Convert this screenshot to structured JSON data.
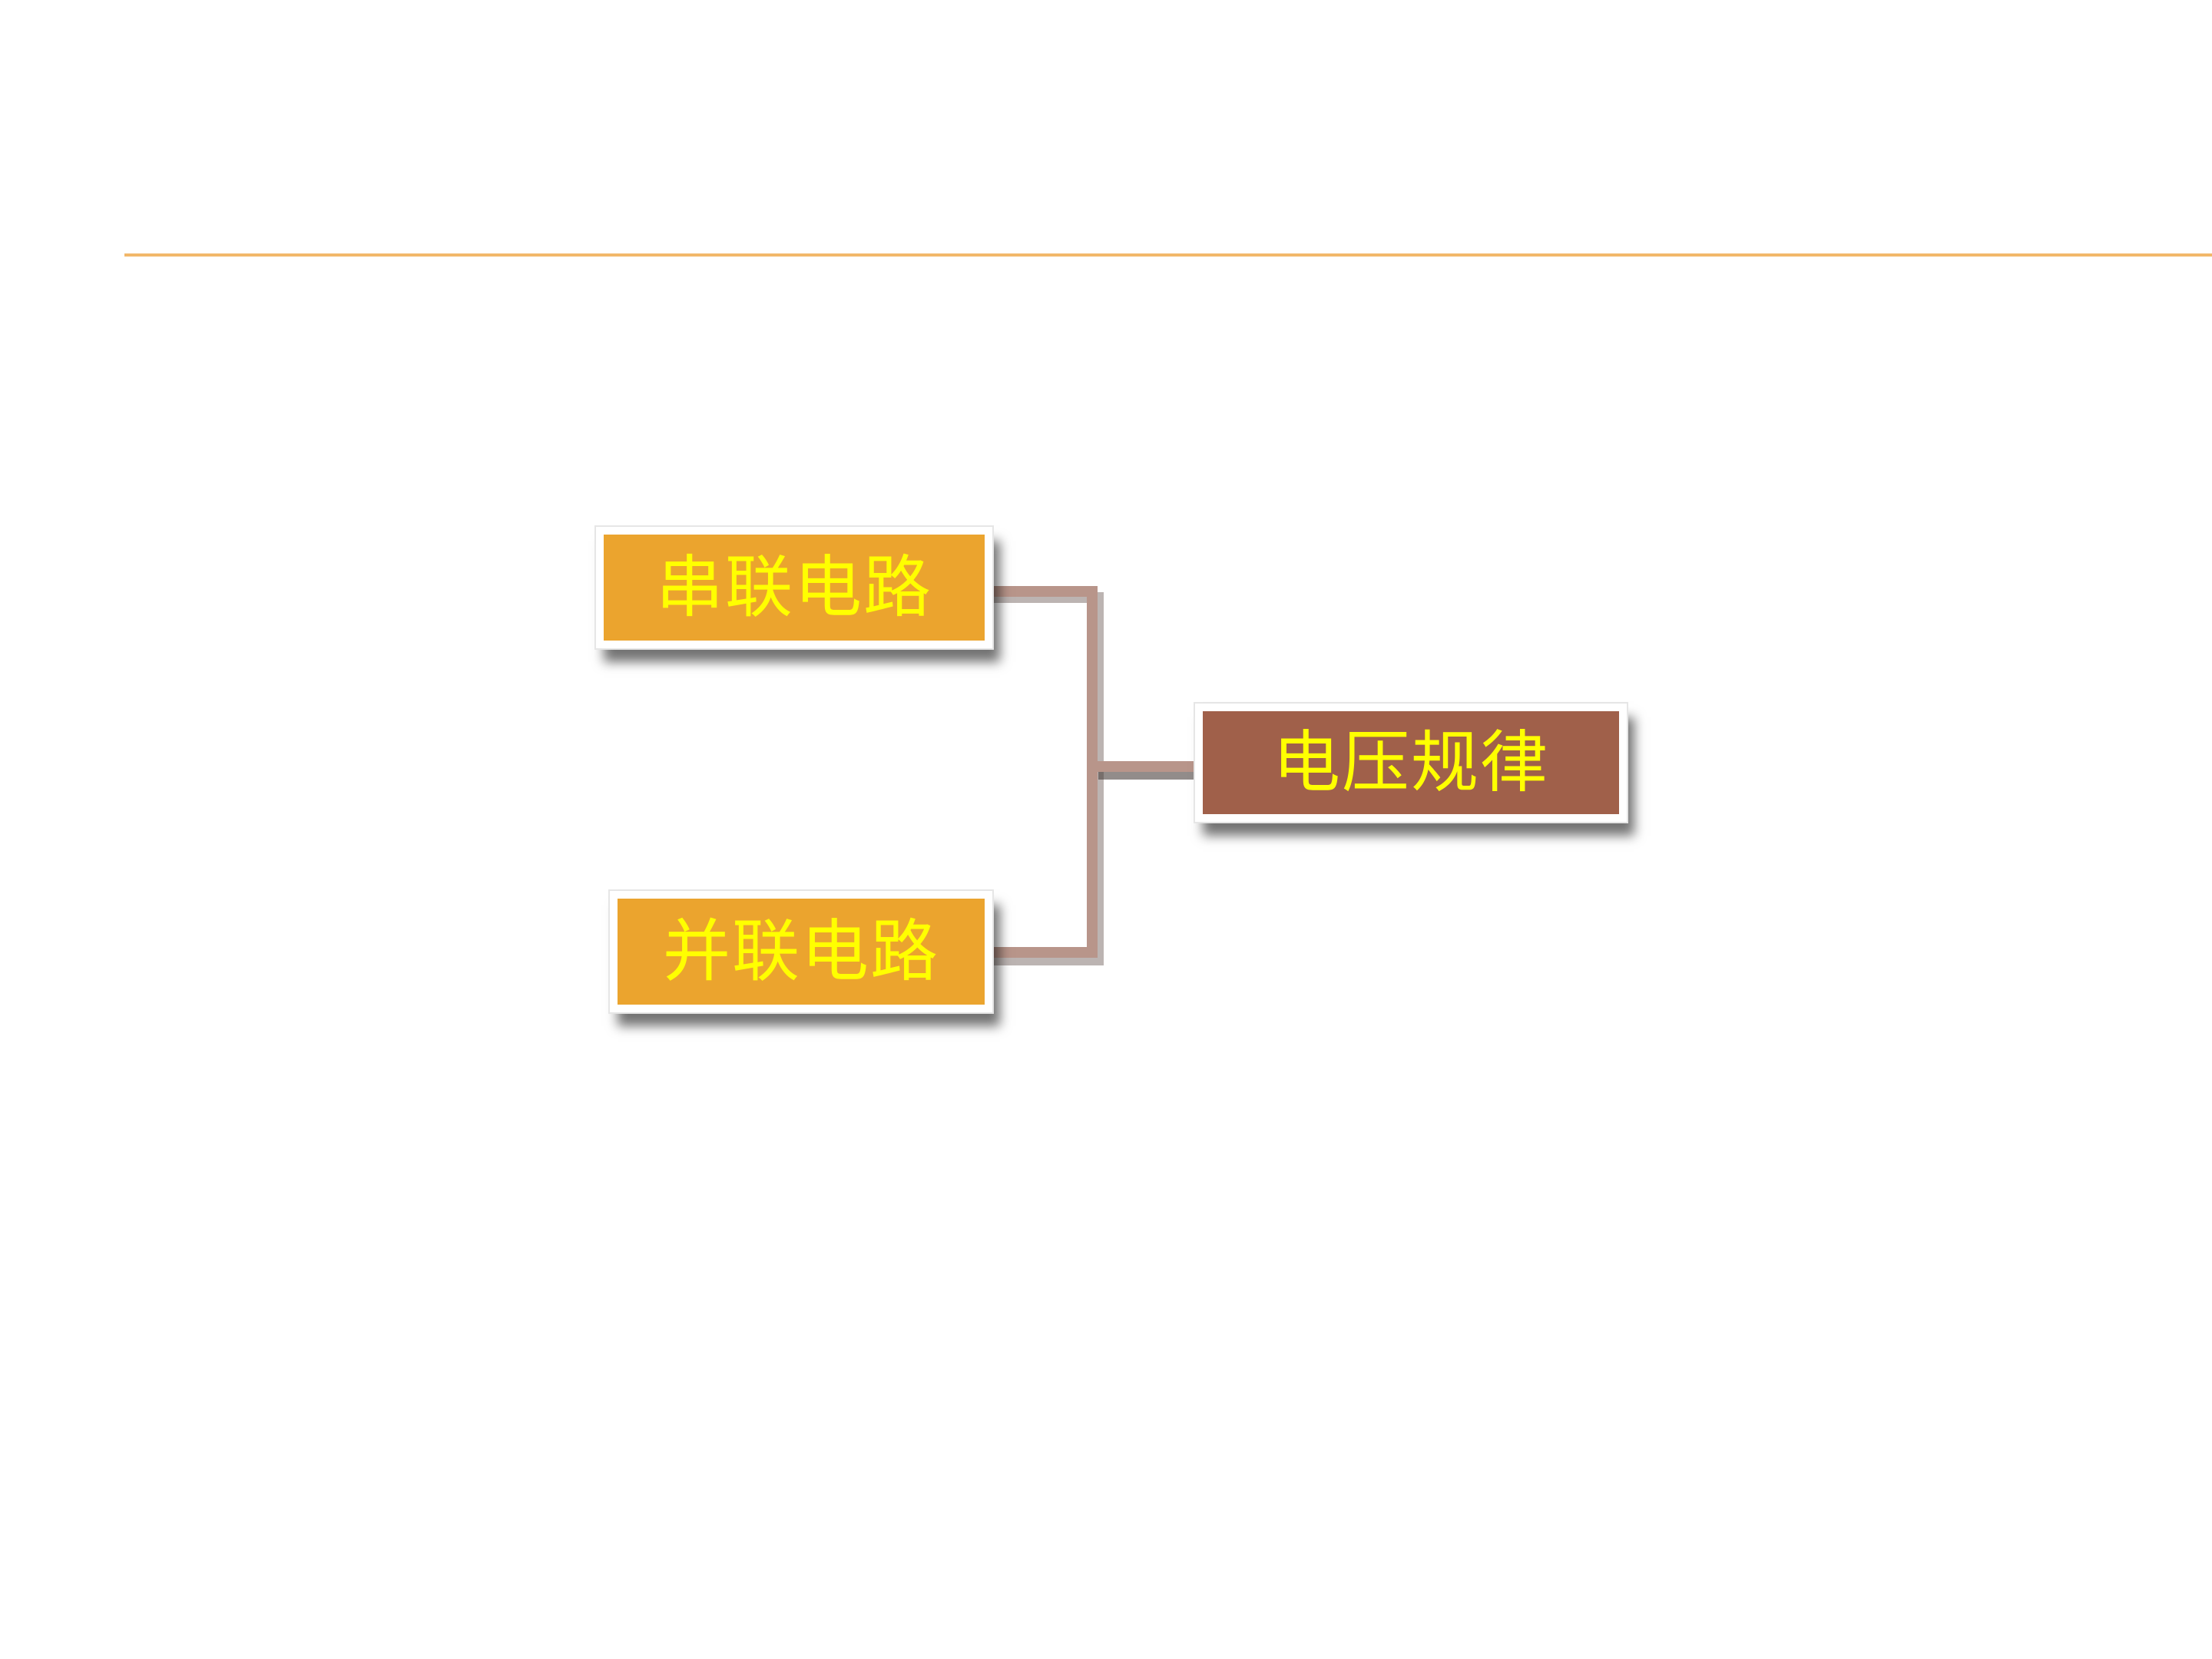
{
  "diagram": {
    "root": {
      "label": "电压规律",
      "fill": "#a0604a"
    },
    "children": [
      {
        "label": "串联电路",
        "fill": "#eba42e"
      },
      {
        "label": "并联电路",
        "fill": "#eba42e"
      }
    ],
    "text_color": "#ffff00",
    "connector_color": "#b8958a",
    "rule_color": "#f2b86a"
  }
}
